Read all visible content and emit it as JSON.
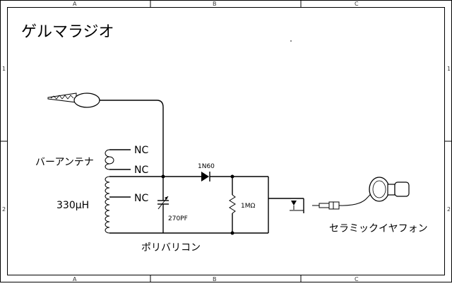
{
  "title": "ゲルマラジオ",
  "ruler": {
    "columns": [
      "A",
      "B",
      "C"
    ],
    "rows": [
      "1",
      "2"
    ]
  },
  "labels": {
    "nc_top": "NC",
    "nc_mid": "NC",
    "nc_low": "NC",
    "bar_antenna": "バーアンテナ",
    "inductance": "330μH",
    "diode": "1N60",
    "capacitor": "270PF",
    "resistor": "1MΩ",
    "variable_cap": "ポリバリコン",
    "earphone": "セラミックイヤフォン"
  },
  "colors": {
    "line": "#000000",
    "border": "#000000",
    "background": "#ffffff"
  }
}
